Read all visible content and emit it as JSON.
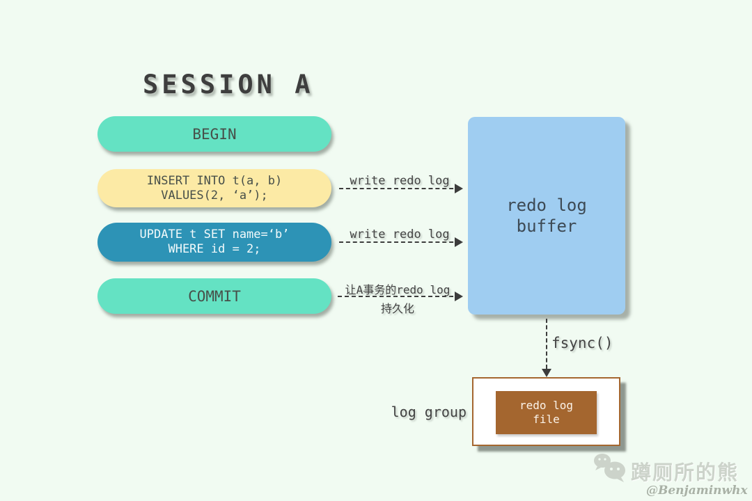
{
  "title": "SESSION A",
  "pills": [
    {
      "name": "begin",
      "lines": [
        "BEGIN"
      ]
    },
    {
      "name": "insert",
      "lines": [
        "INSERT INTO t(a, b)",
        "VALUES(2, ‘a’);"
      ]
    },
    {
      "name": "update",
      "lines": [
        "UPDATE t SET name=‘b’",
        "WHERE id = 2;"
      ]
    },
    {
      "name": "commit",
      "lines": [
        "COMMIT"
      ]
    }
  ],
  "arrows": {
    "insert_label": "write redo log",
    "update_label": "write redo log",
    "commit_label_top": "让A事务的redo log",
    "commit_label_bottom": "持久化",
    "fsync_label": "fsync()"
  },
  "buffer": {
    "lines": [
      "redo log",
      "buffer"
    ]
  },
  "log_group": {
    "label": "log group",
    "file": {
      "lines": [
        "redo log",
        "file"
      ]
    }
  },
  "watermark": {
    "icon": "wechat-icon",
    "name": "蹲厕所的熊",
    "handle": "@Benjaminwhx"
  },
  "colors": {
    "background": "#f1fbf2",
    "mint_pill": "#64e2c3",
    "yellow_pill": "#fceaa5",
    "teal_pill": "#2d93b6",
    "buffer_blue": "#9fcdf1",
    "file_brown": "#a4662f",
    "text_dark": "#434343"
  }
}
